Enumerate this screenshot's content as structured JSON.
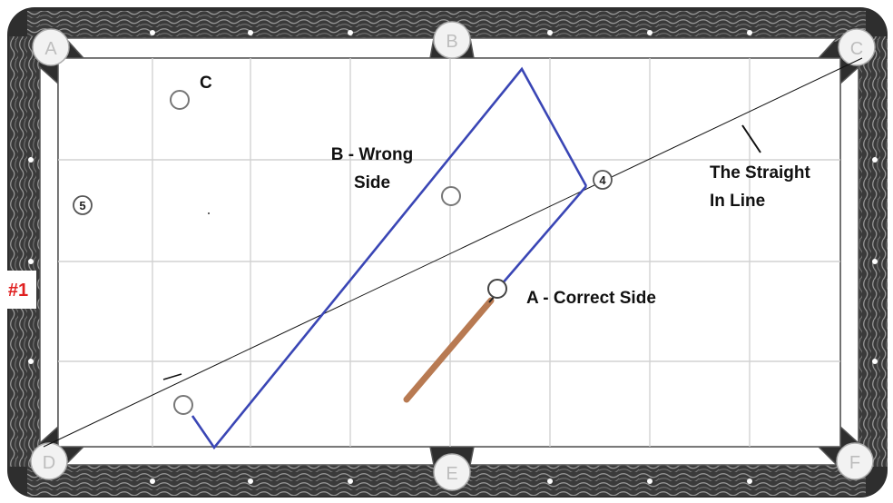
{
  "pockets": [
    "A",
    "B",
    "C",
    "D",
    "E",
    "F"
  ],
  "balls": {
    "ball_5": "5",
    "ball_4": "4"
  },
  "labels": {
    "c_label": "C",
    "wrong_side_line1": "B - Wrong",
    "wrong_side_line2": "Side",
    "straight_line1": "The Straight",
    "straight_line2": "In Line",
    "correct_side": "A - Correct Side",
    "diagram_number": "#1"
  },
  "colors": {
    "rail": "#3b3b3b",
    "felt": "#ffffff",
    "grid": "#cfcfcf",
    "path_line": "#3a46b5",
    "cue_stick": "#b87a52",
    "number_label": "#e02020"
  }
}
